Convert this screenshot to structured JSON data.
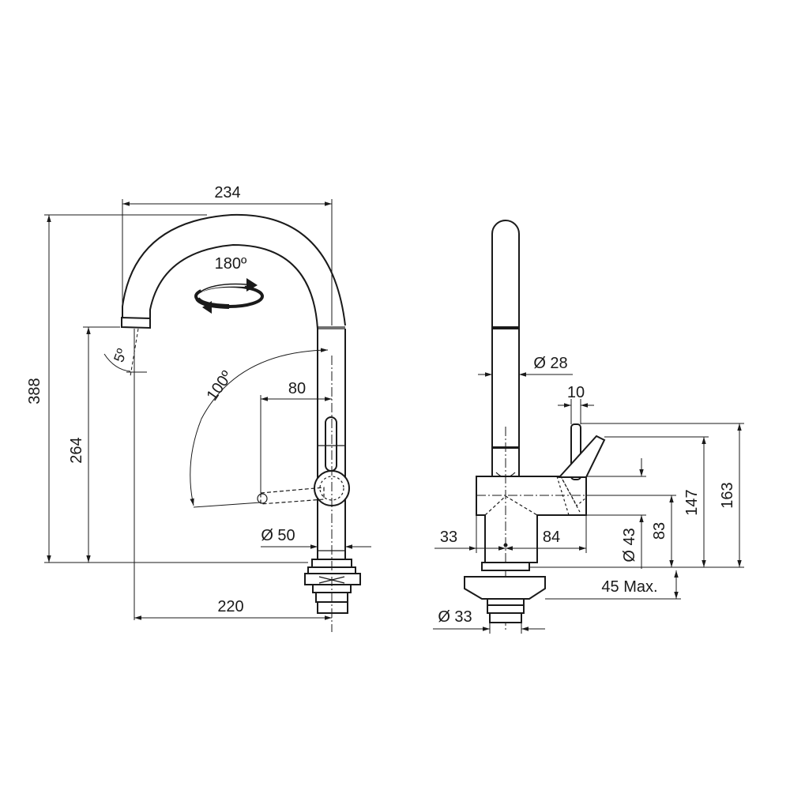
{
  "front_view": {
    "width_234": "234",
    "rotation_180": "180º",
    "height_388": "388",
    "height_264": "264",
    "angle_5": "5º",
    "angle_100": "100º",
    "lever_80": "80",
    "diameter_50": "Ø 50",
    "reach_220": "220"
  },
  "side_view": {
    "diameter_28": "Ø 28",
    "lever_10": "10",
    "height_163": "163",
    "height_147": "147",
    "depth_33": "33",
    "depth_84": "84",
    "diameter_43": "Ø 43",
    "height_83": "83",
    "max_45": "45 Max.",
    "diameter_33": "Ø 33"
  },
  "rotation_icon": "rotate-arrows-icon"
}
